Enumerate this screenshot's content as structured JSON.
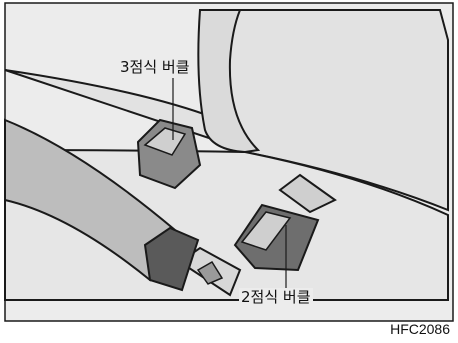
{
  "labels": {
    "three_point_buckle": "3점식 버클",
    "two_point_buckle": "2점식 버클"
  },
  "figure_code": "HFC2086",
  "colors": {
    "background": "#ececec",
    "upholstery": "#d9d9d9",
    "buckle_dark": "#6e6e6e",
    "outline": "#1a1a1a"
  }
}
